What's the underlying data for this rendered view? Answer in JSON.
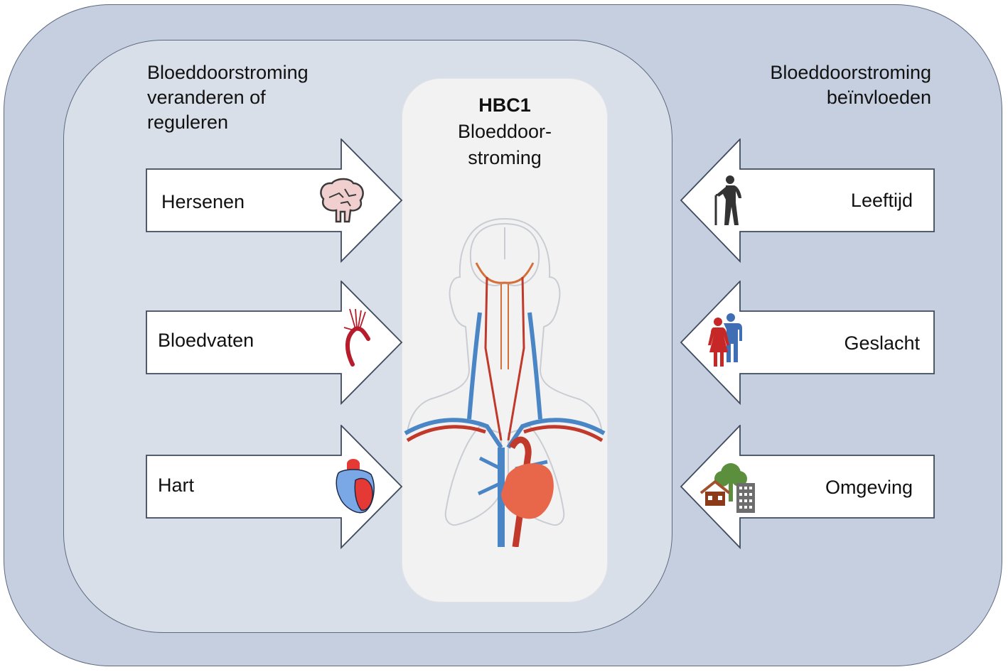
{
  "diagram": {
    "left_heading": [
      "Bloeddoorstroming",
      "veranderen of",
      "reguleren"
    ],
    "right_heading": [
      "Bloeddoorstroming",
      "beïnvloeden"
    ],
    "center": {
      "title": "HBC1",
      "subtitle_line1": "Bloeddoor-",
      "subtitle_line2": "stroming",
      "illustration": "head-neck-chest-circulation"
    },
    "left_arrows": [
      {
        "label": "Hersenen",
        "icon": "brain-icon",
        "direction": "right"
      },
      {
        "label": "Bloedvaten",
        "icon": "blood-vessel-icon",
        "direction": "right"
      },
      {
        "label": "Hart",
        "icon": "heart-icon",
        "direction": "right"
      }
    ],
    "right_arrows": [
      {
        "label": "Leeftijd",
        "icon": "elderly-person-icon",
        "direction": "left"
      },
      {
        "label": "Geslacht",
        "icon": "man-woman-icon",
        "direction": "left"
      },
      {
        "label": "Omgeving",
        "icon": "environment-icon",
        "direction": "left"
      }
    ],
    "colors": {
      "outer_fill": "#c5cfdf",
      "inner_fill": "#d9dfe8",
      "center_fill": "#f2f2f2",
      "artery": "#c0392b",
      "vein": "#4a86c5",
      "heart": "#e8674a"
    }
  }
}
